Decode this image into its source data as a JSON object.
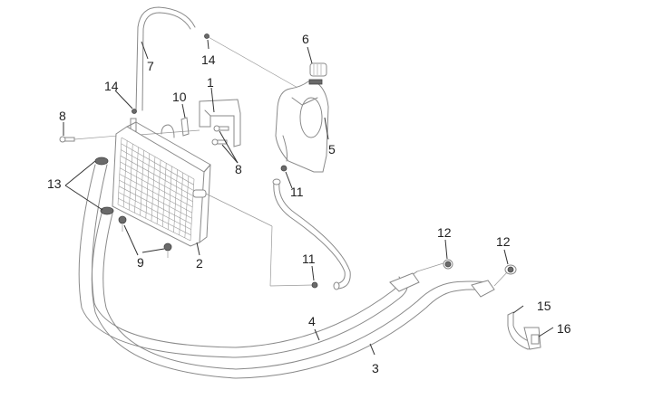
{
  "diagram": {
    "title": "Radiator cooling system exploded view",
    "callouts": [
      {
        "id": "c1",
        "label": "1",
        "part": "radiator-bracket"
      },
      {
        "id": "c2",
        "label": "2",
        "part": "radiator"
      },
      {
        "id": "c3",
        "label": "3",
        "part": "lower-coolant-hose"
      },
      {
        "id": "c4",
        "label": "4",
        "part": "upper-coolant-hose"
      },
      {
        "id": "c5",
        "label": "5",
        "part": "expansion-tank"
      },
      {
        "id": "c6",
        "label": "6",
        "part": "expansion-tank-cap"
      },
      {
        "id": "c7",
        "label": "7",
        "part": "overflow-hose"
      },
      {
        "id": "c8a",
        "label": "8",
        "part": "screw"
      },
      {
        "id": "c8b",
        "label": "8",
        "part": "screw"
      },
      {
        "id": "c9",
        "label": "9",
        "part": "rubber-grommet"
      },
      {
        "id": "c10",
        "label": "10",
        "part": "clip"
      },
      {
        "id": "c11a",
        "label": "11",
        "part": "hose-clamp-small"
      },
      {
        "id": "c11b",
        "label": "11",
        "part": "hose-clamp-small"
      },
      {
        "id": "c12a",
        "label": "12",
        "part": "hose-clamp"
      },
      {
        "id": "c12b",
        "label": "12",
        "part": "hose-clamp"
      },
      {
        "id": "c13",
        "label": "13",
        "part": "hose-clamp-radiator"
      },
      {
        "id": "c14a",
        "label": "14",
        "part": "hose-clip"
      },
      {
        "id": "c14b",
        "label": "14",
        "part": "hose-clip"
      },
      {
        "id": "c15",
        "label": "15",
        "part": "hose-holder"
      },
      {
        "id": "c16",
        "label": "16",
        "part": "hose-holder-bracket"
      }
    ]
  }
}
